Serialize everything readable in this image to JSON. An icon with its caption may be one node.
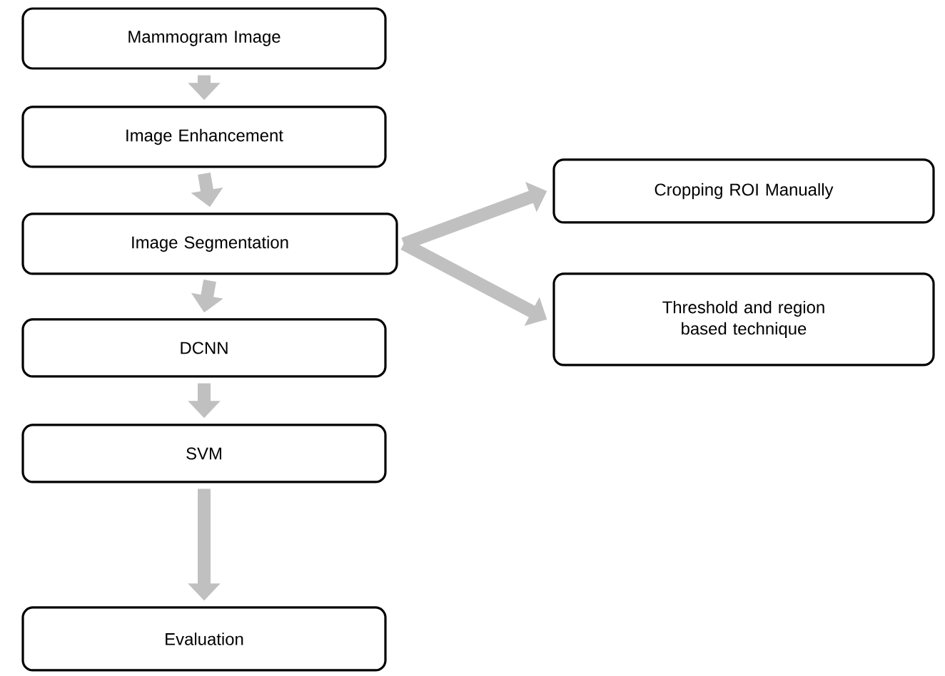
{
  "diagram": {
    "nodes": [
      {
        "text": [
          "Mammogram Image"
        ]
      },
      {
        "text": [
          "Image Enhancement"
        ]
      },
      {
        "text": [
          "Image Segmentation"
        ]
      },
      {
        "text": [
          "DCNN"
        ]
      },
      {
        "text": [
          "SVM"
        ]
      },
      {
        "text": [
          "Evaluation"
        ]
      },
      {
        "text": [
          "Cropping ROI Manually"
        ]
      },
      {
        "text": [
          "Threshold and region based technique"
        ]
      }
    ],
    "edges": [
      {
        "from": 0,
        "to": 1,
        "arrow": "to"
      },
      {
        "from": 1,
        "to": 2,
        "arrow": "to"
      },
      {
        "from": 2,
        "to": 3,
        "arrow": "to"
      },
      {
        "from": 3,
        "to": 4,
        "arrow": "to"
      },
      {
        "from": 4,
        "to": 5,
        "arrow": "to"
      },
      {
        "from": 2,
        "to": 6,
        "arrow": "to"
      },
      {
        "from": 2,
        "to": 7,
        "arrow": "to"
      }
    ]
  }
}
